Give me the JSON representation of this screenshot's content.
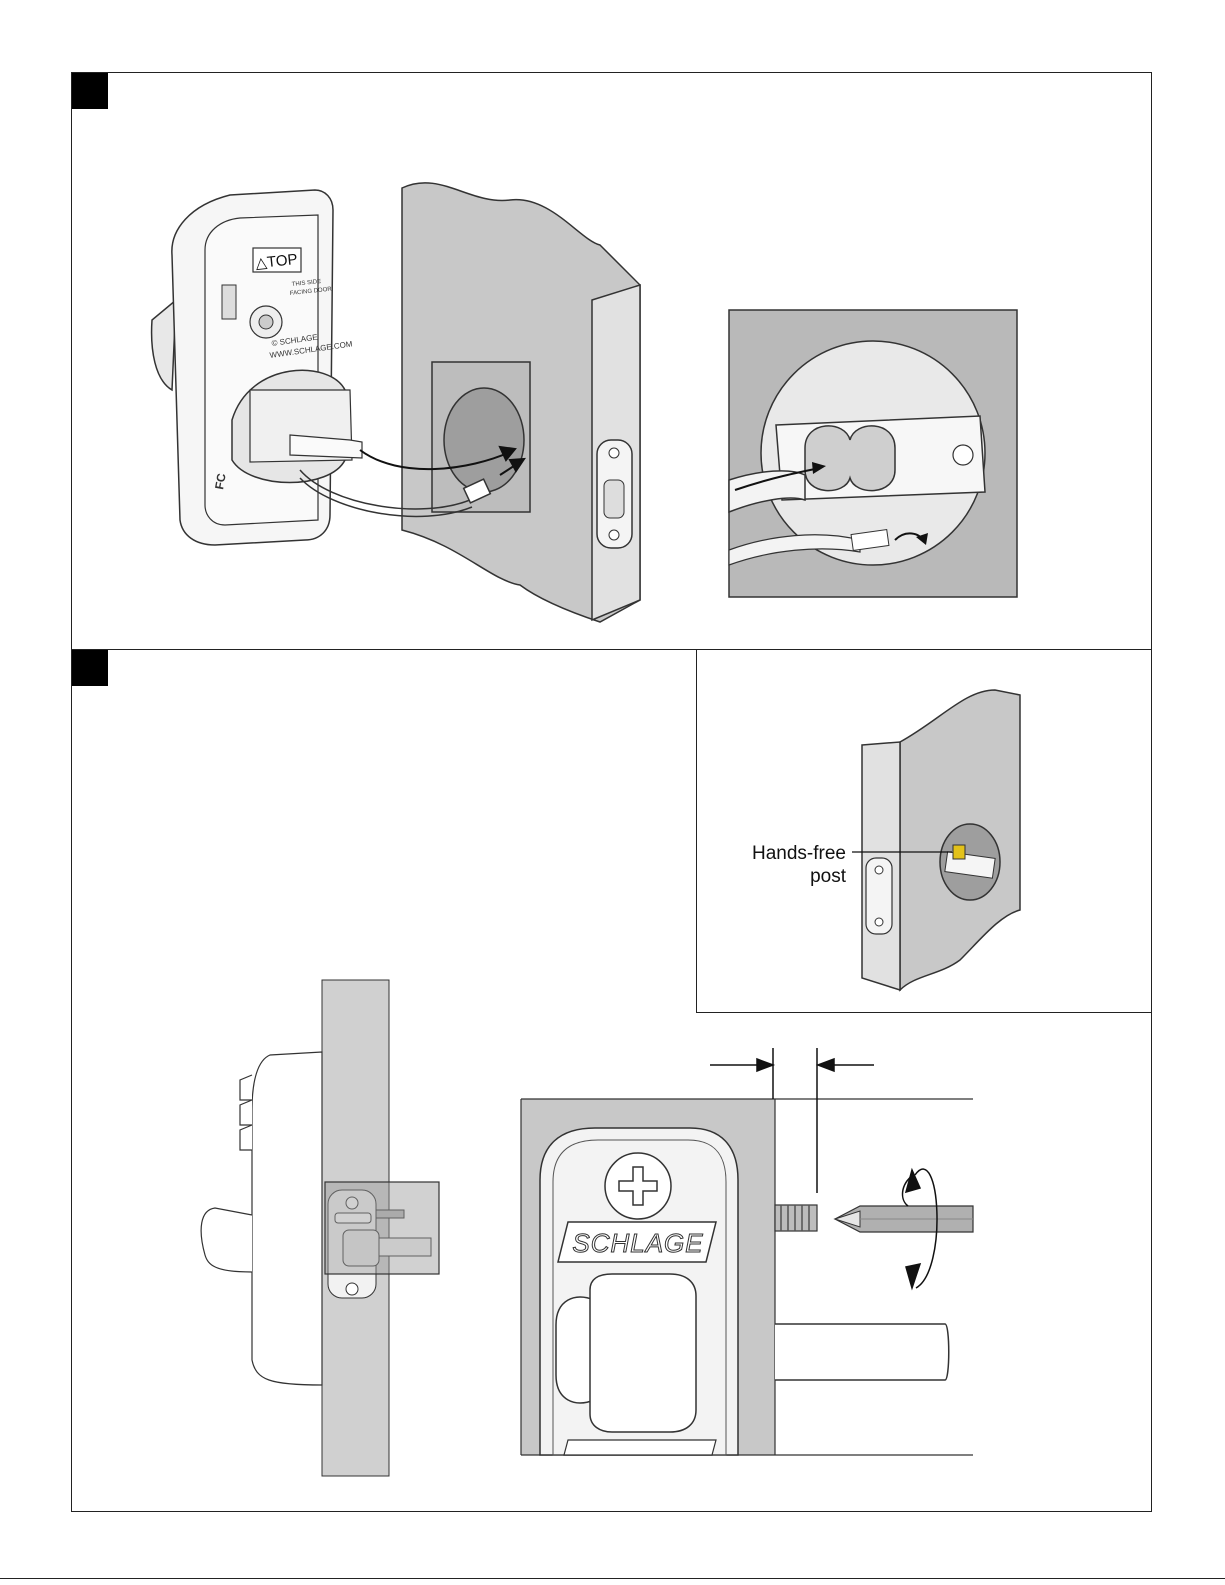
{
  "steps": [
    {
      "id": "step-1",
      "marker_color": "#000000"
    },
    {
      "id": "step-2",
      "marker_color": "#000000"
    }
  ],
  "lock_body": {
    "top_label": "TOP",
    "small_text_1": "THIS SIDE",
    "small_text_2": "FACING DOOR",
    "brand_text": "© SCHLAGE",
    "url_text": "WWW.SCHLAGE.COM",
    "fc_text": "FC"
  },
  "callout": {
    "hands_free_line1": "Hands-free",
    "hands_free_line2": "post"
  },
  "latch": {
    "brand_text": "SCHLAGE"
  },
  "colors": {
    "door_face": "#c8c8c8",
    "door_edge": "#e1e1e1",
    "bore_hole": "#9e9e9e",
    "inset_bg": "#b9b9b9",
    "post_highlight": "#e3c21a"
  },
  "icons": [
    "phillips-screw-icon",
    "screwdriver-icon",
    "rotation-arrow-icon",
    "dimension-arrow-icon",
    "insert-arrow-icon"
  ]
}
